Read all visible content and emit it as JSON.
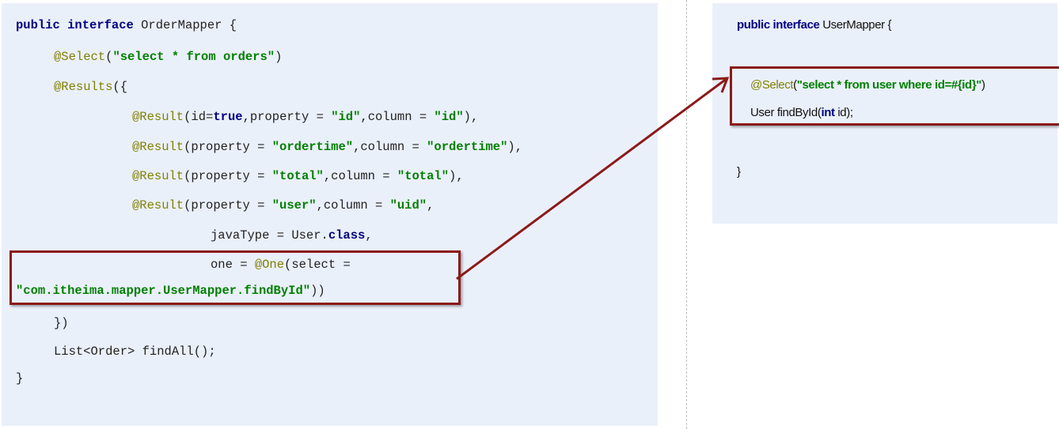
{
  "order_mapper": {
    "decl_kw": "public interface",
    "decl_name": " OrderMapper {",
    "select_ann": "@Select",
    "select_open": "(",
    "select_sql": "\"select * from orders\"",
    "select_close": ")",
    "results_ann": "@Results",
    "results_open": "({",
    "r1_ann": "@Result",
    "r1_a": "(id=",
    "r1_kw": "true",
    "r1_b": ",property = ",
    "r1_s1": "\"id\"",
    "r1_c": ",column = ",
    "r1_s2": "\"id\"",
    "r1_d": "),",
    "r2_ann": "@Result",
    "r2_a": "(property = ",
    "r2_s1": "\"ordertime\"",
    "r2_b": ",column = ",
    "r2_s2": "\"ordertime\"",
    "r2_c": "),",
    "r3_ann": "@Result",
    "r3_a": "(property = ",
    "r3_s1": "\"total\"",
    "r3_b": ",column = ",
    "r3_s2": "\"total\"",
    "r3_c": "),",
    "r4_ann": "@Result",
    "r4_a": "(property = ",
    "r4_s1": "\"user\"",
    "r4_b": ",column = ",
    "r4_s2": "\"uid\"",
    "r4_c": ",",
    "java_type_a": "javaType = User.",
    "java_type_kw": "class",
    "java_type_b": ",",
    "one_a": "one = ",
    "one_ann": "@One",
    "one_b": "(select =",
    "one_str": "\"com.itheima.mapper.UserMapper.findById\"",
    "one_c": "))",
    "results_close": "})",
    "find_all": "List<Order> findAll();",
    "class_close": "}"
  },
  "user_mapper": {
    "decl_kw": "public interface",
    "decl_name": " UserMapper {",
    "select_ann": "@Select",
    "select_open": "(",
    "select_sql": "\"select * from user where id=#{id}\"",
    "select_close": ")",
    "find_a": "User findById(",
    "find_kw": "int",
    "find_b": " id);",
    "class_close": "}"
  },
  "colors": {
    "keyword": "#000080",
    "annotation": "#808000",
    "string": "#008000",
    "highlight": "#8b1a1a",
    "panel_bg": "#eaf0fa"
  }
}
